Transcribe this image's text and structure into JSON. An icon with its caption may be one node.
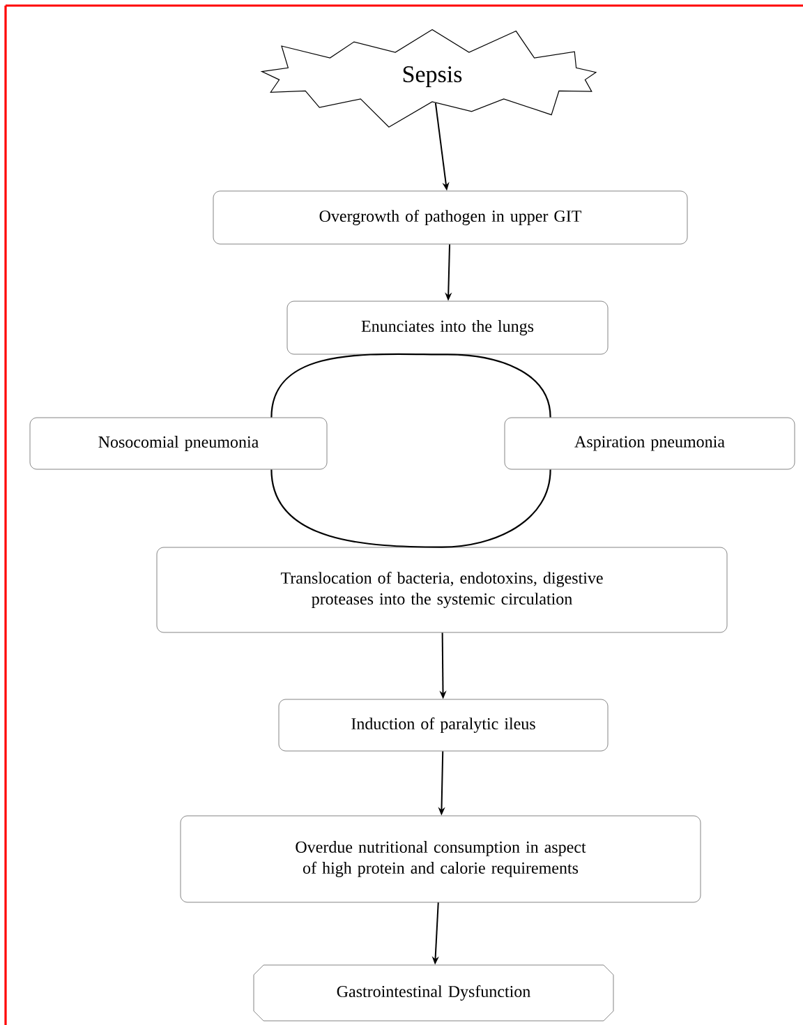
{
  "diagram": {
    "nodes": [
      {
        "text": [
          "Sepsis"
        ]
      },
      {
        "text": [
          "Overgrowth of pathogen in upper GIT"
        ]
      },
      {
        "text": [
          "Enunciates into the lungs"
        ]
      },
      {
        "text": [
          "Nosocomial pneumonia"
        ]
      },
      {
        "text": [
          "Aspiration pneumonia"
        ]
      },
      {
        "text": [
          "Translocation of bacteria, endotoxins, digestive proteases into the systemic circulation"
        ]
      },
      {
        "text": [
          "Induction of paralytic ileus"
        ]
      },
      {
        "text": [
          "Overdue nutritional consumption in aspect of high protein and calorie requirements"
        ]
      },
      {
        "text": [
          "Gastrointestinal Dysfunction"
        ]
      }
    ],
    "edges": [
      {
        "from": 0,
        "to": 1,
        "arrow": "to"
      },
      {
        "from": 1,
        "to": 2,
        "arrow": "to"
      },
      {
        "from": 2,
        "to": 3,
        "arrow": "none"
      },
      {
        "from": 2,
        "to": 4,
        "arrow": "none"
      },
      {
        "from": 3,
        "to": 5,
        "arrow": "none"
      },
      {
        "from": 4,
        "to": 5,
        "arrow": "none"
      },
      {
        "from": 5,
        "to": 6,
        "arrow": "to"
      },
      {
        "from": 6,
        "to": 7,
        "arrow": "to"
      },
      {
        "from": 7,
        "to": 8,
        "arrow": "to"
      }
    ]
  }
}
